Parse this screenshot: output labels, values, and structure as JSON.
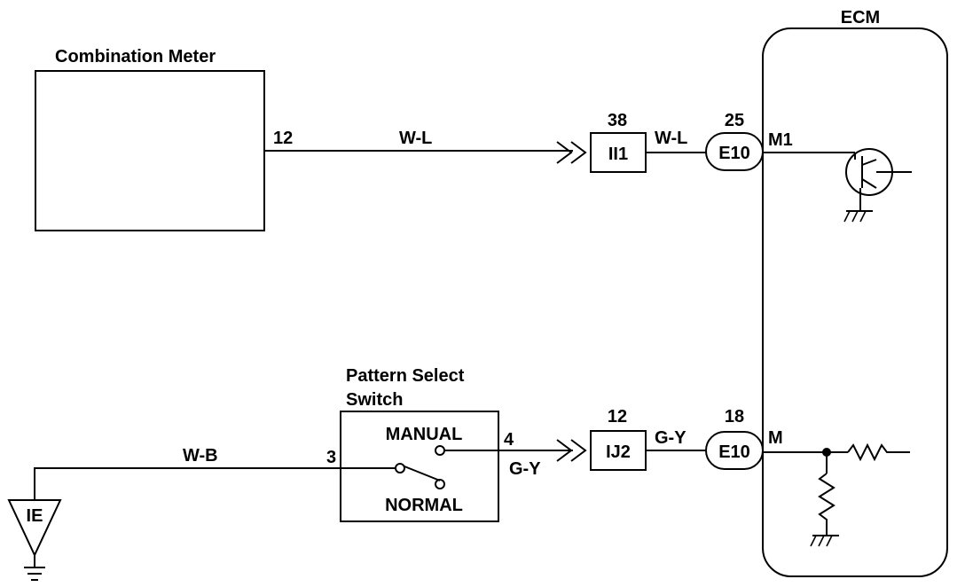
{
  "ecm": {
    "title": "ECM",
    "pin_m1": "M1",
    "pin_m": "M"
  },
  "meter": {
    "title": "Combination Meter",
    "pin": "12"
  },
  "wire_wl": {
    "color": "W-L"
  },
  "wire_gy": {
    "color": "G-Y"
  },
  "wire_wb": {
    "color": "W-B"
  },
  "connector_ii1": {
    "id": "II1",
    "pin": "38"
  },
  "connector_ij2": {
    "id": "IJ2",
    "pin": "12"
  },
  "ecm_connector_top": {
    "id": "E10",
    "pin": "25"
  },
  "ecm_connector_bottom": {
    "id": "E10",
    "pin": "18"
  },
  "pattern_switch": {
    "title_line1": "Pattern Select",
    "title_line2": "Switch",
    "pin_in": "3",
    "pin_out": "4",
    "pos_manual": "MANUAL",
    "pos_normal": "NORMAL"
  },
  "ground_point": {
    "id": "IE"
  }
}
